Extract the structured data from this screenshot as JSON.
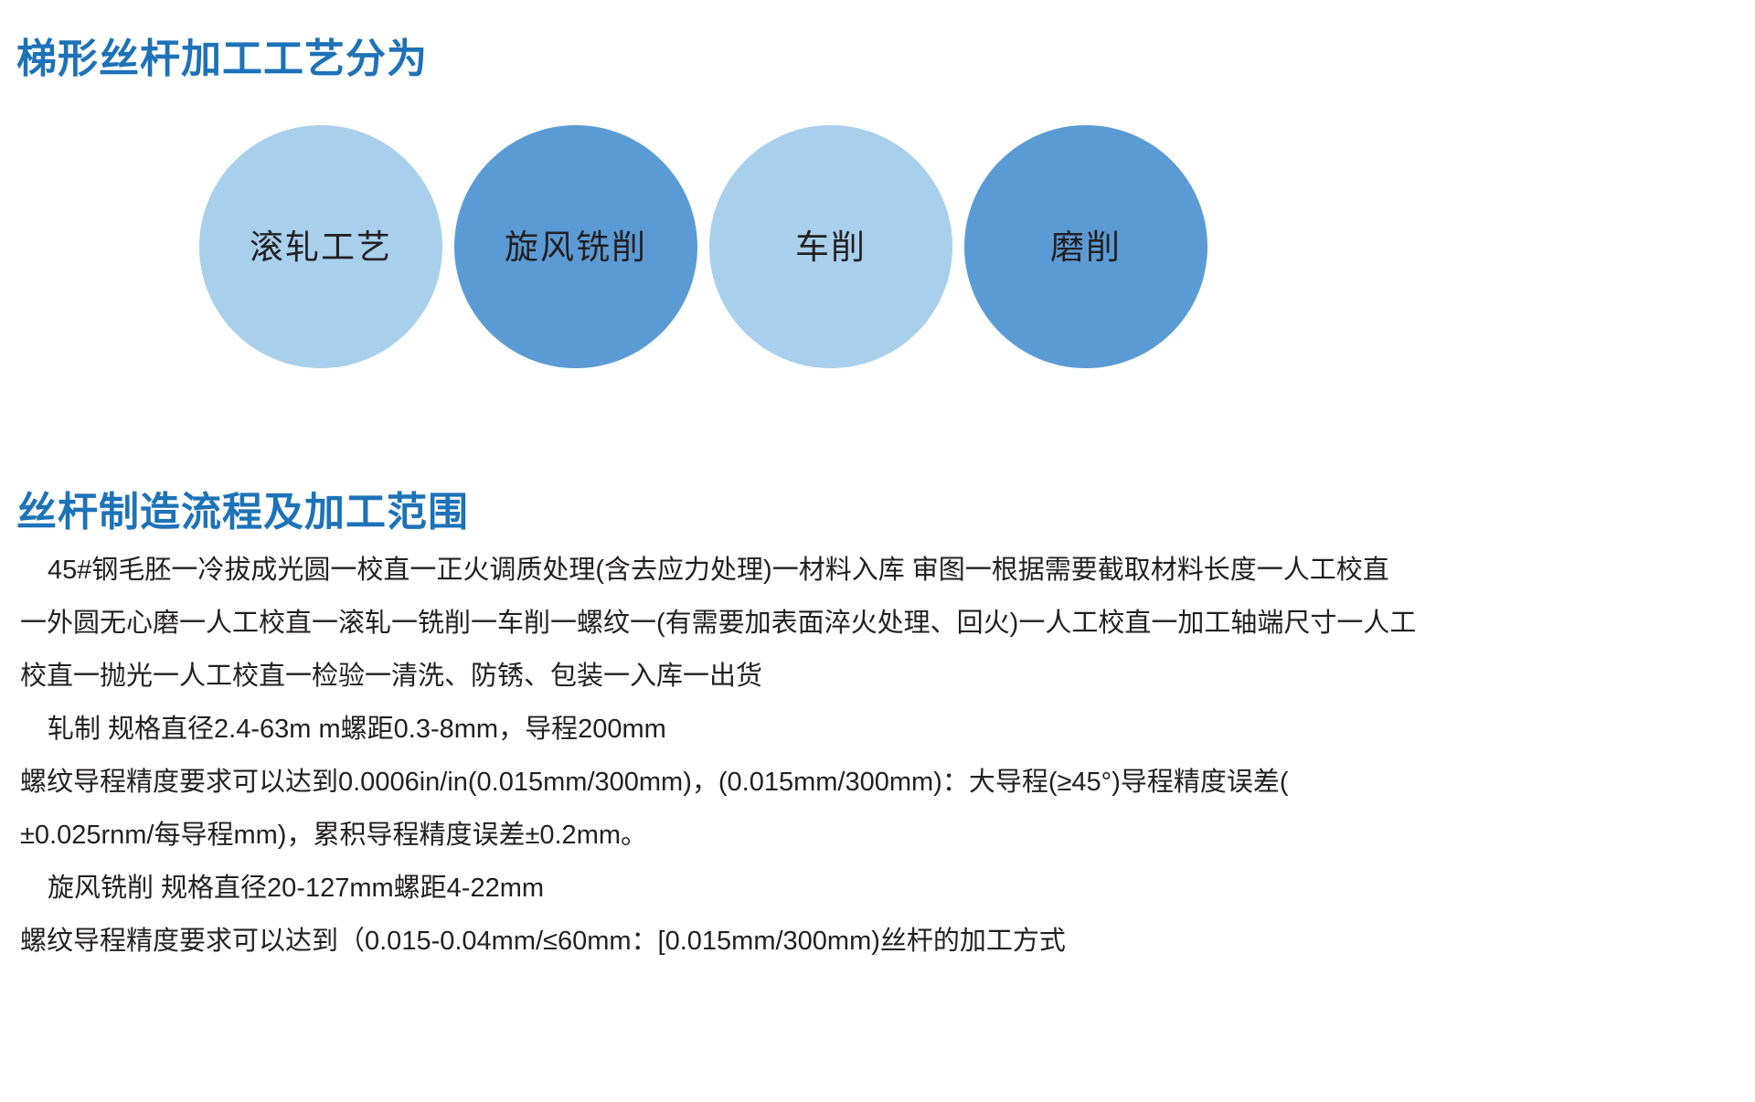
{
  "headings": {
    "process_title": "梯形丝杆加工工艺分为",
    "manufacturing_title": "丝杆制造流程及加工范围"
  },
  "colors": {
    "heading_blue": "#1d72b8",
    "circle_light": "#a8d0ed",
    "circle_dark": "#5b9bd5",
    "body_text": "#231f20",
    "background": "#ffffff"
  },
  "process_circles": [
    {
      "label": "滚轧工艺",
      "fill": "#a8d0ed",
      "tone": "light"
    },
    {
      "label": "旋风铣削",
      "fill": "#5b9bd5",
      "tone": "dark"
    },
    {
      "label": "车削",
      "fill": "#a8d0ed",
      "tone": "light"
    },
    {
      "label": "磨削",
      "fill": "#5b9bd5",
      "tone": "dark"
    }
  ],
  "body_lines": [
    {
      "text": "45#钢毛胚一冷拔成光圆一校直一正火调质处理(含去应力处理)一材料入库 审图一根据需要截取材料长度一人工校直",
      "indent": true
    },
    {
      "text": "一外圆无心磨一人工校直一滚轧一铣削一车削一螺纹一(有需要加表面淬火处理、回火)一人工校直一加工轴端尺寸一人工",
      "indent": false
    },
    {
      "text": "校直一抛光一人工校直一检验一清洗、防锈、包装一入库一出货",
      "indent": false
    },
    {
      "text": "轧制 规格直径2.4-63m m螺距0.3-8mm，导程200mm",
      "indent": true
    },
    {
      "text": "螺纹导程精度要求可以达到0.0006in/in(0.015mm/300mm)，(0.015mm/300mm)：大导程(≥45°)导程精度误差(",
      "indent": false
    },
    {
      "text": "±0.025rnm/每导程mm)，累积导程精度误差±0.2mm。",
      "indent": false
    },
    {
      "text": "旋风铣削 规格直径20-127mm螺距4-22mm",
      "indent": true
    },
    {
      "text": "螺纹导程精度要求可以达到（0.015-0.04mm/≤60mm：[0.015mm/300mm)丝杆的加工方式",
      "indent": false
    }
  ]
}
